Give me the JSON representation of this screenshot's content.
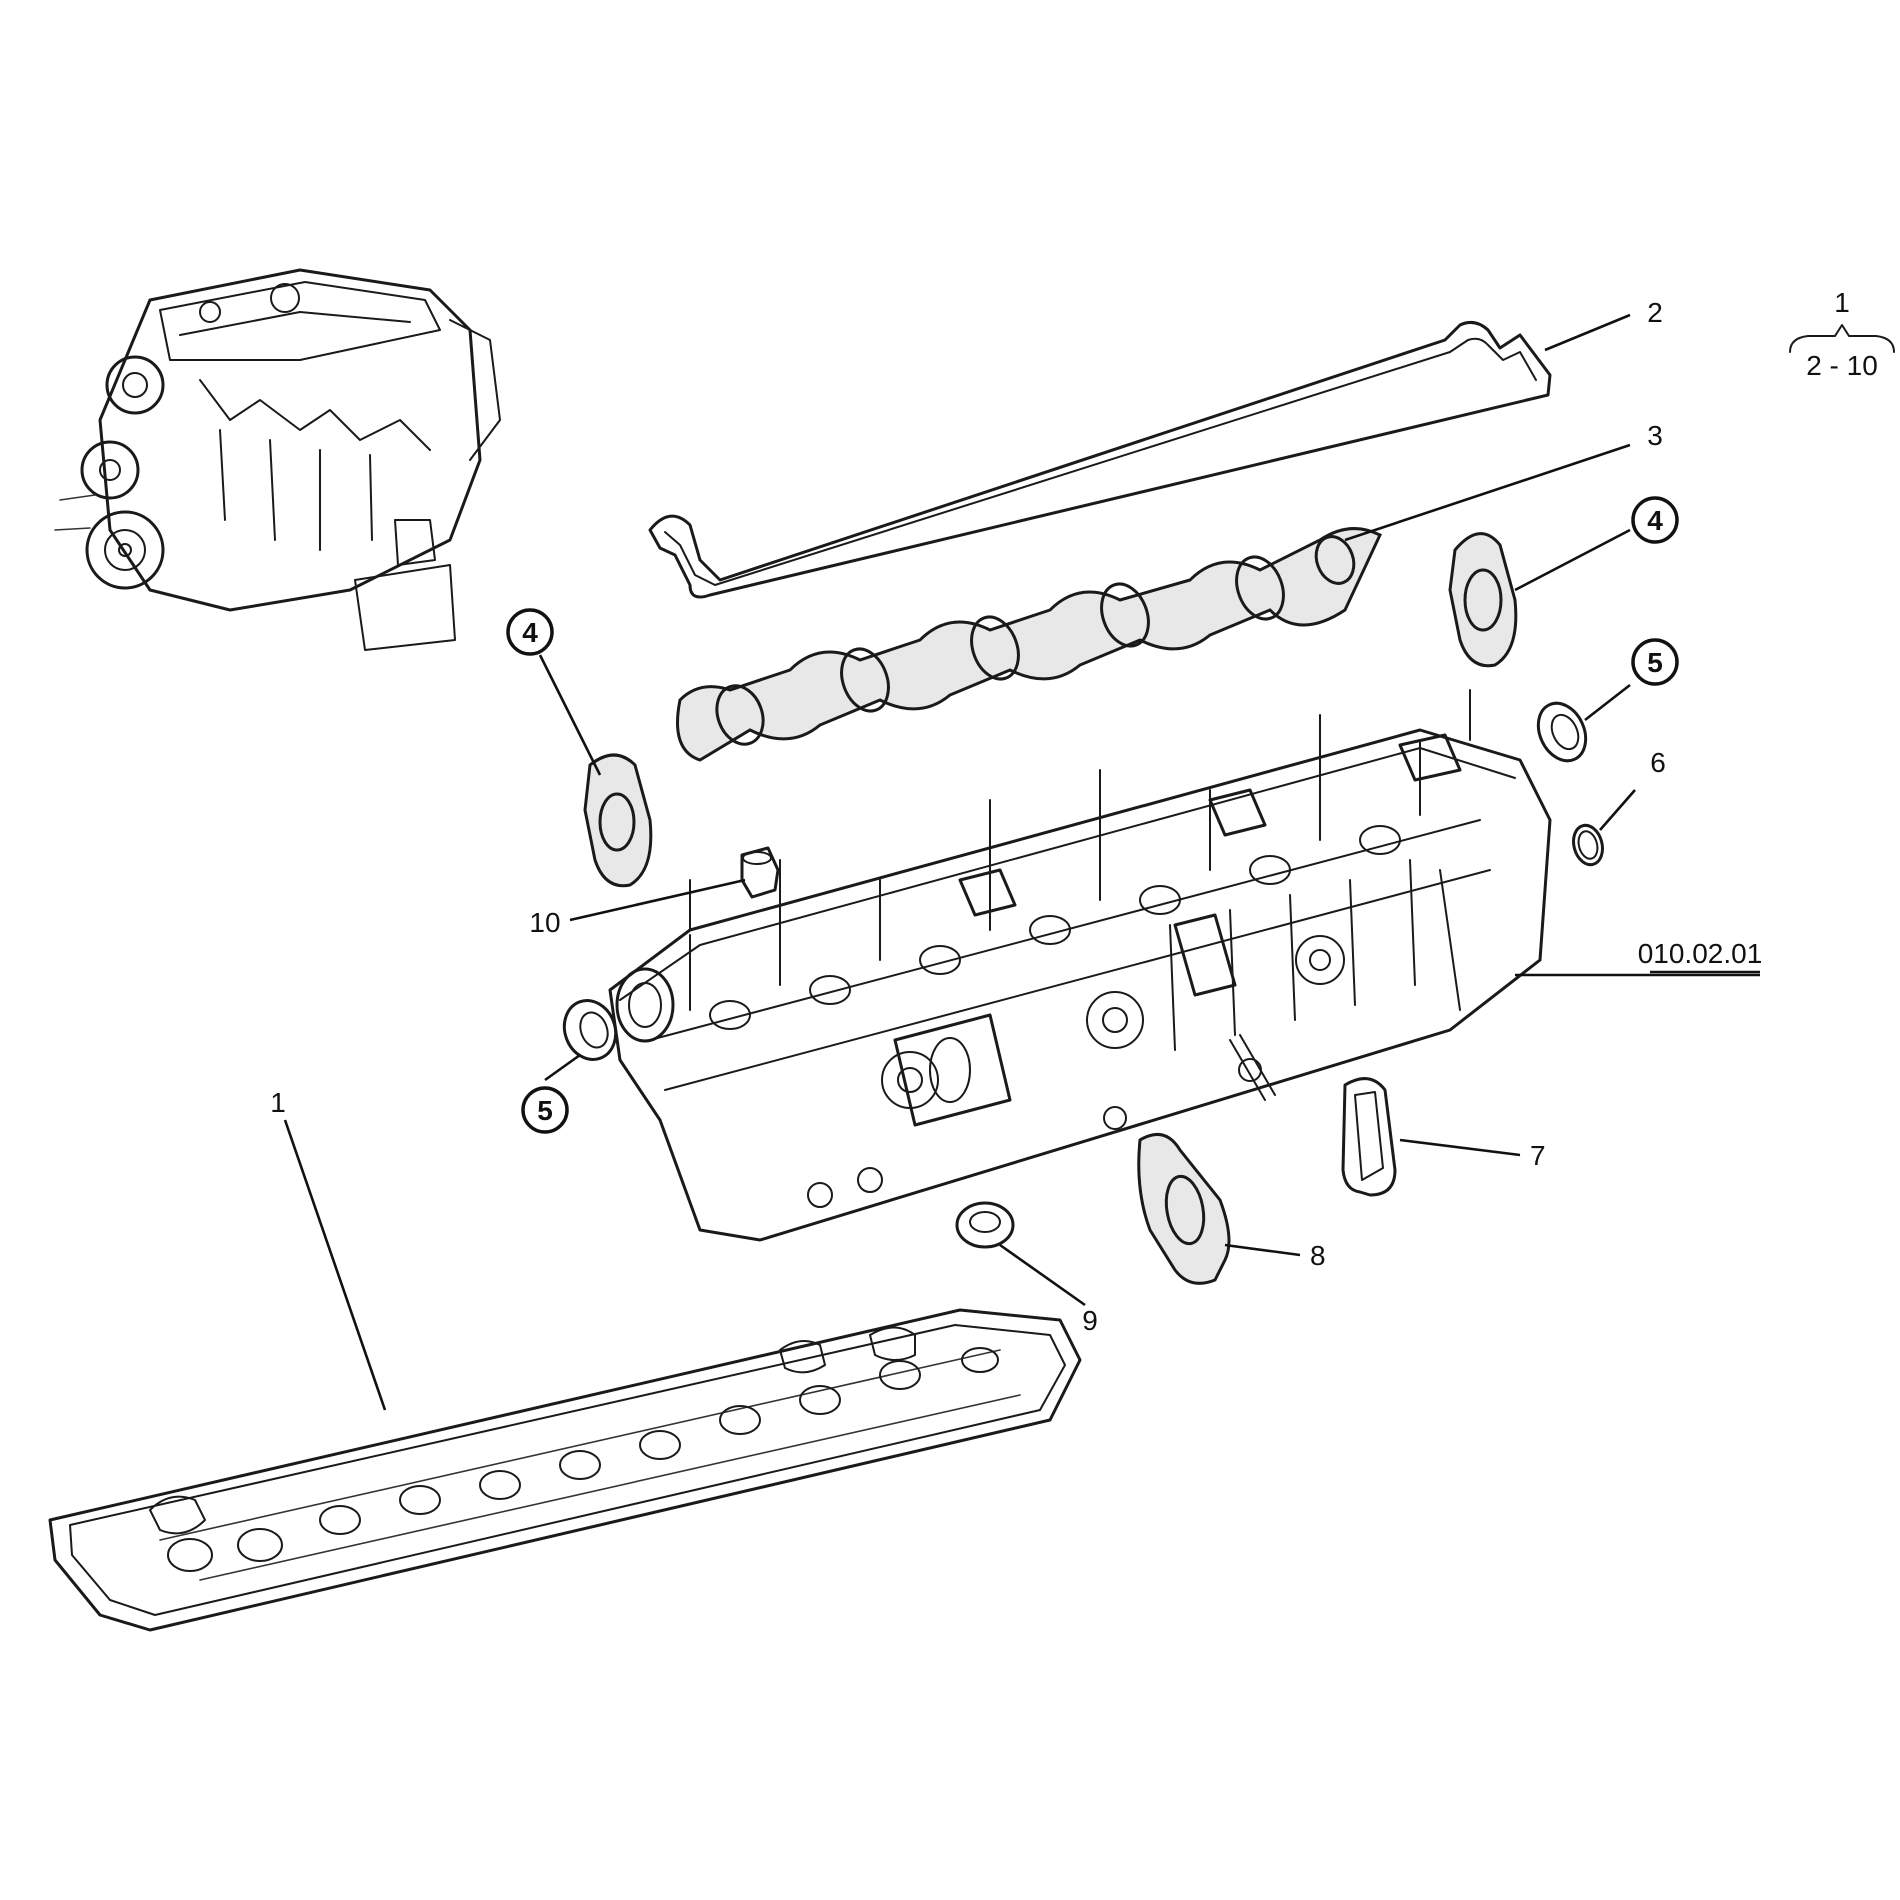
{
  "reference": {
    "top_number": "1",
    "range": "2 - 10"
  },
  "part_number": "010.02.01",
  "callouts": {
    "c1": "1",
    "c2": "2",
    "c3": "3",
    "c4_right": "4",
    "c4_left": "4",
    "c5_right": "5",
    "c5_left": "5",
    "c6": "6",
    "c7": "7",
    "c8": "8",
    "c9": "9",
    "c10": "10"
  }
}
